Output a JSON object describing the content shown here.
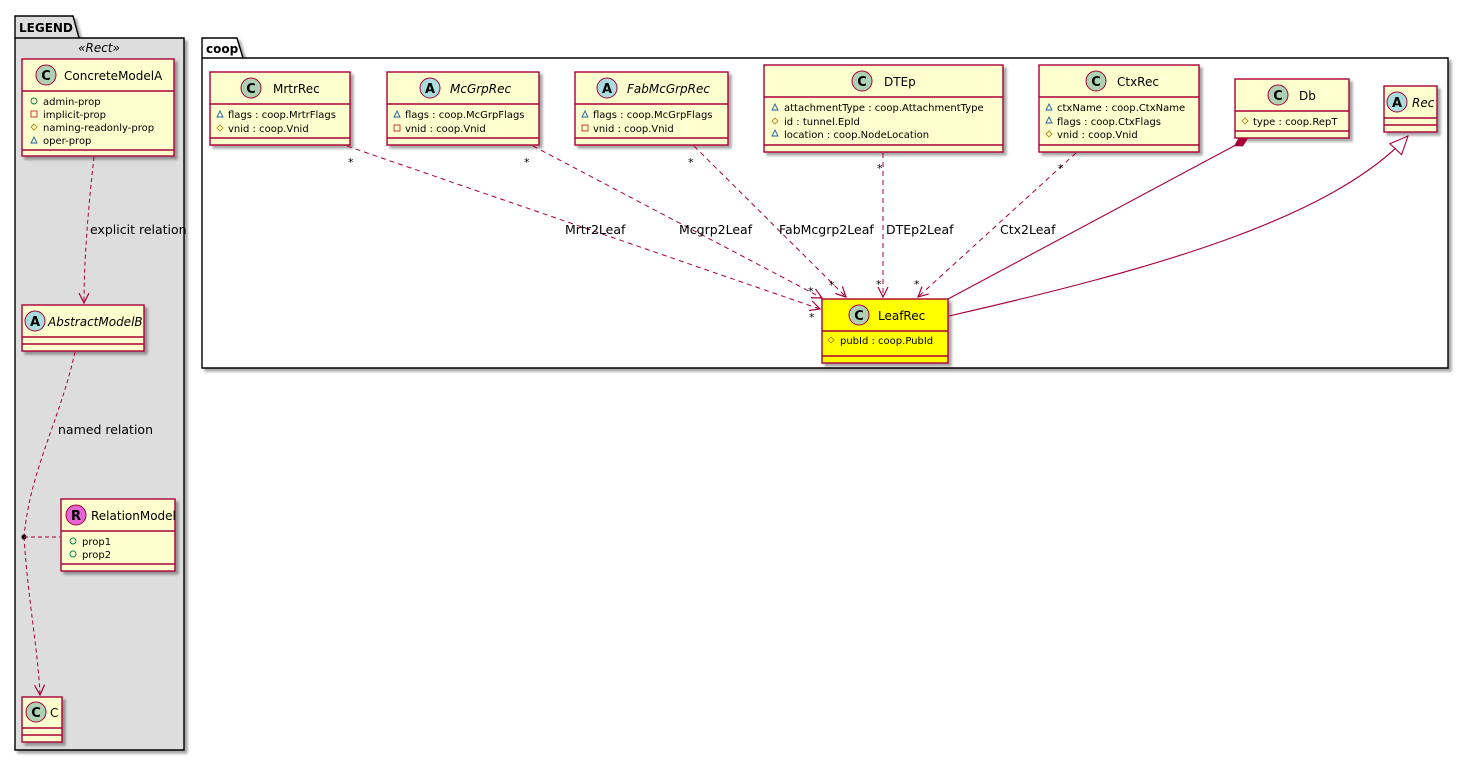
{
  "legend": {
    "title": "LEGEND",
    "stereotype": "«Rect»",
    "concrete_model": {
      "name": "ConcreteModelA",
      "attributes": [
        "admin-prop",
        "implicit-prop",
        "naming-readonly-prop",
        "oper-prop"
      ]
    },
    "abstract_model": {
      "name": "AbstractModelB"
    },
    "relation_model": {
      "name": "RelationModel",
      "attributes": [
        "prop1",
        "prop2"
      ]
    },
    "class_c": {
      "name": "C"
    },
    "explicit_relation_label": "explicit relation",
    "named_relation_label": "named relation"
  },
  "coop": {
    "title": "coop",
    "classes": {
      "mrtrrec": {
        "name": "MrtrRec",
        "attributes": [
          "flags : coop.MrtrFlags",
          "vnid : coop.Vnid"
        ]
      },
      "mcgrprec": {
        "name": "McGrpRec",
        "attributes": [
          "flags : coop.McGrpFlags",
          "vnid : coop.Vnid"
        ]
      },
      "fabmcgrprec": {
        "name": "FabMcGrpRec",
        "attributes": [
          "flags : coop.McGrpFlags",
          "vnid : coop.Vnid"
        ]
      },
      "dtep": {
        "name": "DTEp",
        "attributes": [
          "attachmentType : coop.AttachmentType",
          "id : tunnel.EpId",
          "location : coop.NodeLocation"
        ]
      },
      "ctxrec": {
        "name": "CtxRec",
        "attributes": [
          "ctxName : coop.CtxName",
          "flags : coop.CtxFlags",
          "vnid : coop.Vnid"
        ]
      },
      "db": {
        "name": "Db",
        "attributes": [
          "type : coop.RepT"
        ]
      },
      "rec": {
        "name": "Rec"
      },
      "leafrec": {
        "name": "LeafRec",
        "attributes": [
          "pubId : coop.PubId"
        ]
      }
    },
    "relations": {
      "mrtr2leaf": "Mrtr2Leaf",
      "mcgrp2leaf": "Mcgrp2Leaf",
      "fabmcgrp2leaf": "FabMcgrp2Leaf",
      "dtep2leaf": "DTEp2Leaf",
      "ctx2leaf": "Ctx2Leaf"
    },
    "multiplicity": "*"
  },
  "colors": {
    "class_fill": "#FEFECE",
    "border": "#A80036",
    "highlight_fill": "#FFFF00",
    "legend_bg": "#DDDDDD",
    "circle_c": "#ADD1B2",
    "circle_a": "#A9DCDF",
    "circle_r": "#E466D6"
  }
}
